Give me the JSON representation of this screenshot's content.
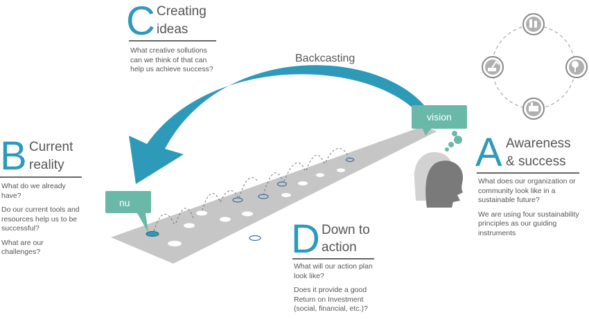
{
  "backcasting_label": "Backcasting",
  "vision_label": "vision",
  "nu_label": "nu",
  "sections": {
    "c": {
      "letter": "C",
      "title_line1": "Creating",
      "title_line2": "ideas",
      "questions": [
        "What creative sollutions can we think of that can help us achieve success?"
      ]
    },
    "b": {
      "letter": "B",
      "title_line1": "Current",
      "title_line2": "reality",
      "questions": [
        "What do we already have?",
        "Do our current tools and resources help us to be successful?",
        "What are our challenges?"
      ]
    },
    "a": {
      "letter": "A",
      "title_line1": "Awareness",
      "title_line2": "& success",
      "questions": [
        "What does our organization or community look like in a sustainable future?",
        "We are using four sustainability principles as our guiding instruments"
      ]
    },
    "d": {
      "letter": "D",
      "title_line1": "Down to",
      "title_line2": "action",
      "questions": [
        "What will our action plan look like?",
        "Does it provide a good Return on Investment (social, financial, etc.)?"
      ]
    }
  },
  "icons": [
    "people-icon",
    "tree-icon",
    "factory-icon",
    "excavator-icon"
  ],
  "colors": {
    "accent": "#2e9aba",
    "box": "#6ab8a8",
    "path": "#c6c6c6",
    "text": "#555555"
  }
}
